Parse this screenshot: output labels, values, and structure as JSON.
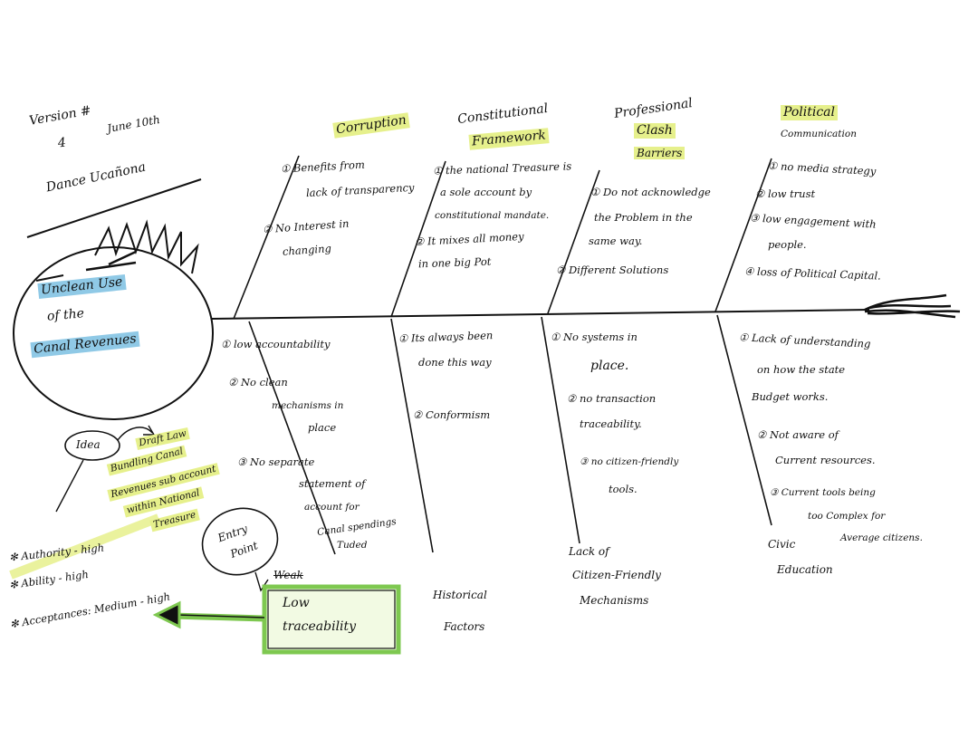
{
  "header": {
    "version_line": "Version #",
    "version_number": "4",
    "date": "June 10th",
    "author": "Dance Ucañona"
  },
  "problem": {
    "line1": "Unclean Use",
    "line2": "of the",
    "line3": "Canal Revenues"
  },
  "categories": {
    "corruption": "Corruption",
    "constitutional_line1": "Constitutional",
    "constitutional_line2": "Framework",
    "professional_line1": "Professional",
    "professional_line2": "Clash",
    "professional_line3": "Barriers",
    "political_line1": "Political",
    "political_line2": "Communication",
    "historical_line1": "Historical",
    "historical_line2": "Factors",
    "lack_line1": "Lack of",
    "lack_line2": "Citizen-Friendly",
    "lack_line3": "Mechanisms",
    "civic_line1": "Civic",
    "civic_line2": "Education"
  },
  "causes": {
    "corruption_1a": "① Benefits from",
    "corruption_1b": "lack of transparency",
    "corruption_2a": "② No Interest in",
    "corruption_2b": "changing",
    "constitutional_1a": "① the national Treasure is",
    "constitutional_1b": "a sole account by",
    "constitutional_1c": "constitutional mandate.",
    "constitutional_2a": "② It mixes all money",
    "constitutional_2b": "in one big Pot",
    "professional_1a": "① Do not acknowledge",
    "professional_1b": "the Problem in the",
    "professional_1c": "same way.",
    "professional_2": "② Different Solutions",
    "political_1": "① no media strategy",
    "political_2": "② low trust",
    "political_3a": "③ low engagement with",
    "political_3b": "people.",
    "political_4": "④ loss of Political Capital.",
    "low_acc_1": "① low accountability",
    "low_acc_2a": "② No clean",
    "low_acc_2b": "mechanisms in",
    "low_acc_2c": "place",
    "low_acc_3a": "③ No separate",
    "low_acc_3b": "statement of",
    "low_acc_3c": "account for",
    "low_acc_3d": "Canal spendings",
    "low_acc_3e": "Tuded",
    "historical_1a": "① Its always been",
    "historical_1b": "done this way",
    "historical_2": "② Conformism",
    "lack_1a": "① No systems in",
    "lack_1b": "place.",
    "lack_2a": "② no transaction",
    "lack_2b": "traceability.",
    "lack_3a": "③ no citizen-friendly",
    "lack_3b": "tools.",
    "civic_1a": "① Lack of understanding",
    "civic_1b": "on how the state",
    "civic_1c": "Budget works.",
    "civic_2a": "② Not aware of",
    "civic_2b": "Current resources.",
    "civic_3a": "③ Current tools being",
    "civic_3b": "too Complex for",
    "civic_3c": "Average citizens."
  },
  "idea": {
    "label": "Idea",
    "line1": "Draft Law",
    "line2": "Bundling Canal",
    "line3": "Revenues sub account",
    "line4": "within National",
    "line5": "Treasure"
  },
  "entry_point": {
    "line1": "Entry",
    "line2": "Point",
    "struck": "Weak",
    "box_line1": "Low",
    "box_line2": "traceability"
  },
  "assessment": {
    "authority": "✻ Authority - high",
    "ability": "✻ Ability - high",
    "acceptance": "✻ Acceptances: Medium - high"
  },
  "colors": {
    "ink": "#111111",
    "highlight_yellow": "#e6f08c",
    "highlight_blue": "#8fc9e6",
    "green_box": "#7ec850"
  }
}
